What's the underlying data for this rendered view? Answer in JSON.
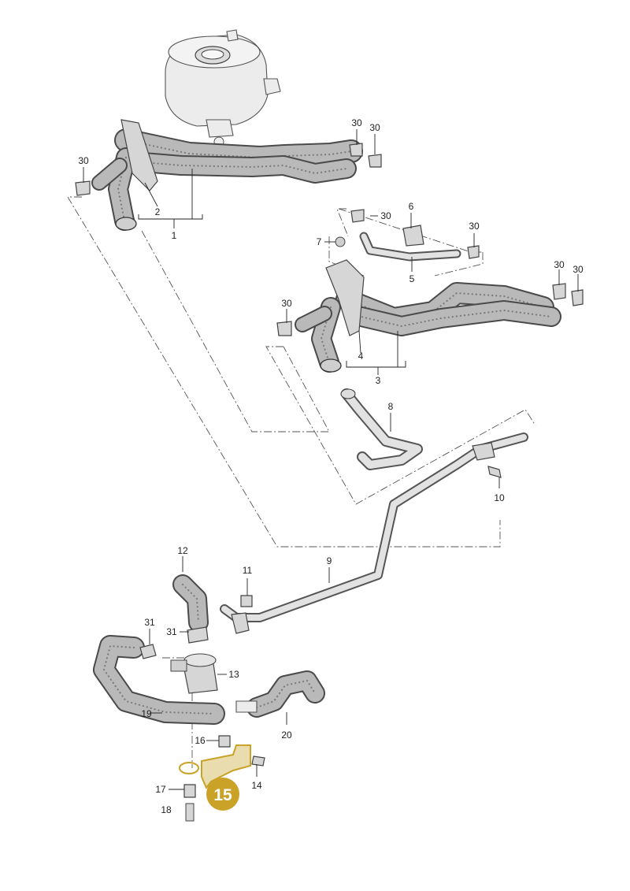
{
  "diagram": {
    "highlight_color": "#c9a227",
    "highlight_label": "15",
    "labels": {
      "p1": "1",
      "p2": "2",
      "p3": "3",
      "p4": "4",
      "p5": "5",
      "p6": "6",
      "p7": "7",
      "p8": "8",
      "p9": "9",
      "p10": "10",
      "p11": "11",
      "p12": "12",
      "p13": "13",
      "p14": "14",
      "p16": "16",
      "p17": "17",
      "p18": "18",
      "p19": "19",
      "p20": "20",
      "p30": "30",
      "p31": "31"
    }
  }
}
